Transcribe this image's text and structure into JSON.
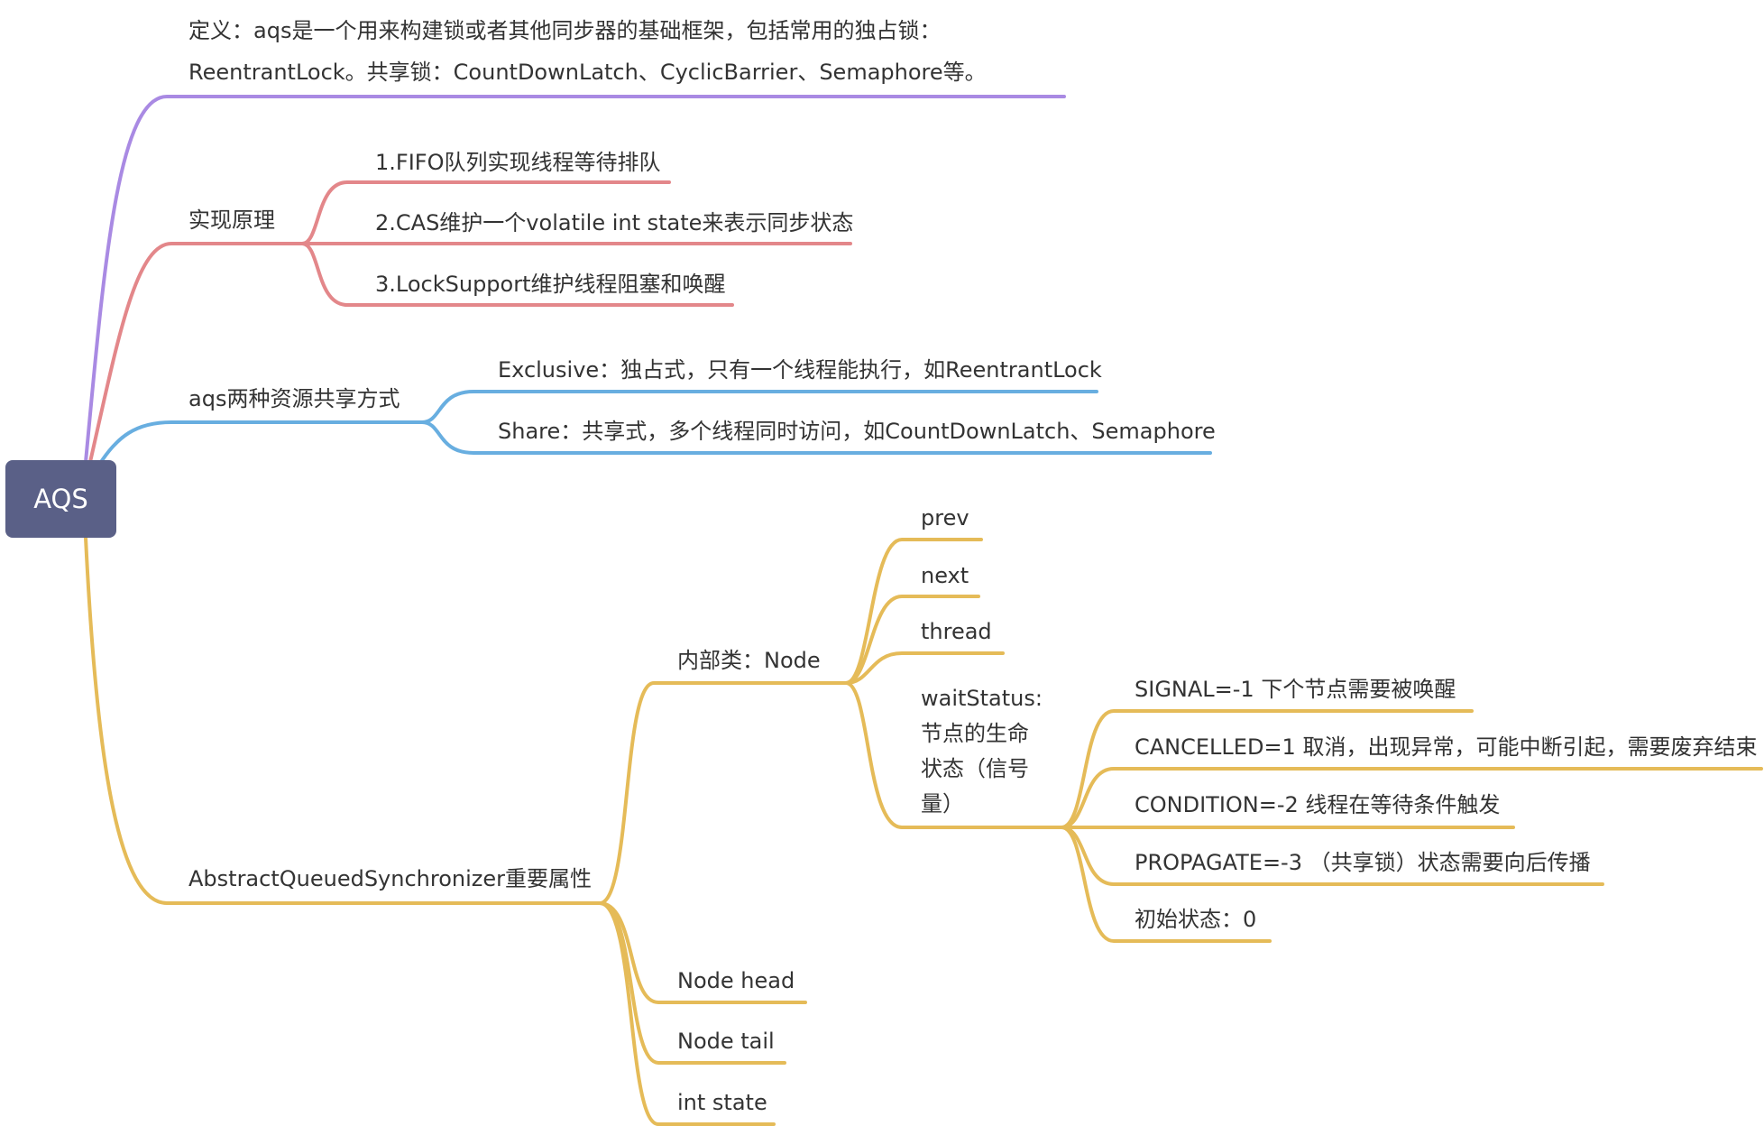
{
  "root": {
    "label": "AQS"
  },
  "colors": {
    "root_fill": "#5a6087",
    "branch_definition": "#a98ae3",
    "branch_principle": "#e3878a",
    "branch_share_modes": "#68aee0",
    "branch_properties": "#e5bb58"
  },
  "branches": {
    "definition": {
      "line1": "定义：aqs是一个用来构建锁或者其他同步器的基础框架，包括常用的独占锁：",
      "line2": "ReentrantLock。共享锁：CountDownLatch、CyclicBarrier、Semaphore等。"
    },
    "principle": {
      "label": "实现原理",
      "children": [
        "1.FIFO队列实现线程等待排队",
        "2.CAS维护一个volatile int state来表示同步状态",
        "3.LockSupport维护线程阻塞和唤醒"
      ]
    },
    "share_modes": {
      "label": "aqs两种资源共享方式",
      "children": [
        "Exclusive：独占式，只有一个线程能执行，如ReentrantLock",
        "Share：共享式，多个线程同时访问，如CountDownLatch、Semaphore"
      ]
    },
    "properties": {
      "label": "AbstractQueuedSynchronizer重要属性",
      "node_class": {
        "label": "内部类：Node",
        "fields": [
          "prev",
          "next",
          "thread"
        ],
        "wait_status": {
          "label": "waitStatus:节点的生命状态（信号量）",
          "values": [
            "SIGNAL=-1 下个节点需要被唤醒",
            "CANCELLED=1 取消，出现异常，可能中断引起，需要废弃结束",
            "CONDITION=-2 线程在等待条件触发",
            "PROPAGATE=-3 （共享锁）状态需要向后传播",
            "初始状态：0"
          ]
        }
      },
      "fields": [
        "Node head",
        "Node tail",
        "int state"
      ]
    }
  }
}
